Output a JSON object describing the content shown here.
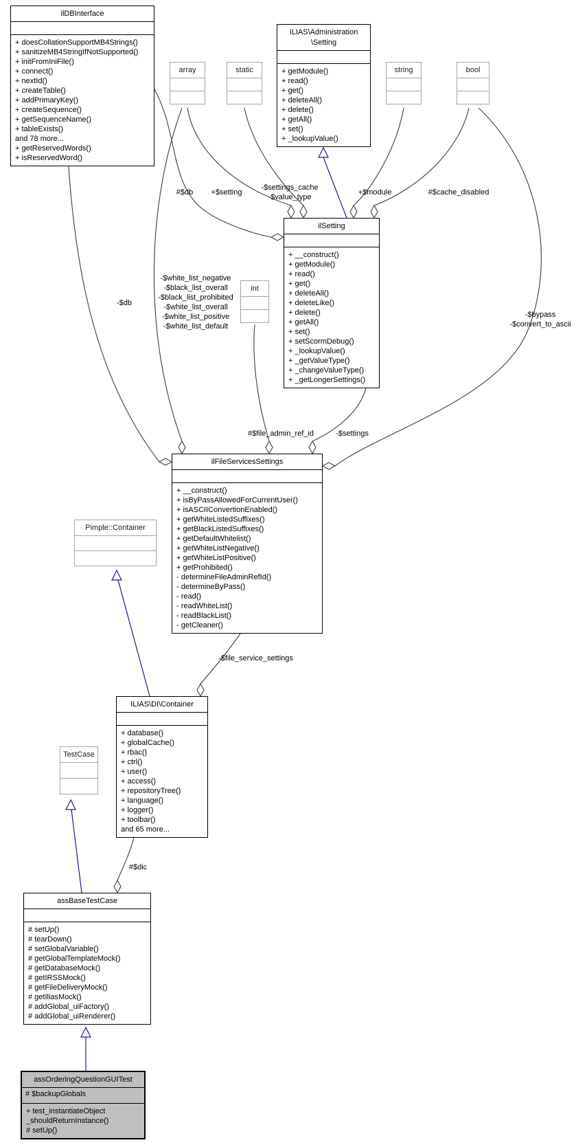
{
  "colors": {
    "background": "#ffffff",
    "box_border": "#000000",
    "external_box_border": "#a6a6a6",
    "current_class_bg": "#bfbfbf",
    "member_edge": "#3c3c3c",
    "inheritance_edge": "#1a1a8c"
  },
  "classes": {
    "ildbinterface": {
      "title": "ilDBInterface",
      "methods": [
        "+ doesCollationSupportMB4Strings()",
        "+ sanitizeMB4StringIfNotSupported()",
        "+ initFromIniFile()",
        "+ connect()",
        "+ nextId()",
        "+ createTable()",
        "+ addPrimaryKey()",
        "+ createSequence()",
        "+ getSequenceName()",
        "+ tableExists()",
        "and 78 more...",
        "+ getReservedWords()",
        "+ isReservedWord()"
      ]
    },
    "admin_setting": {
      "title_line1": "ILIAS\\Administration",
      "title_line2": "\\Setting",
      "methods": [
        "+ getModule()",
        "+ read()",
        "+ get()",
        "+ deleteAll()",
        "+ delete()",
        "+ getAll()",
        "+ set()",
        "+ _lookupValue()"
      ]
    },
    "array_type": {
      "title": "array"
    },
    "static_type": {
      "title": "static"
    },
    "string_type": {
      "title": "string"
    },
    "bool_type": {
      "title": "bool"
    },
    "int_type": {
      "title": "int"
    },
    "ilsetting": {
      "title": "ilSetting",
      "methods": [
        "+ __construct()",
        "+ getModule()",
        "+ read()",
        "+ get()",
        "+ deleteAll()",
        "+ deleteLike()",
        "+ delete()",
        "+ getAll()",
        "+ set()",
        "+ setScormDebug()",
        "+ _lookupValue()",
        "+ _getValueType()",
        "+ _changeValueType()",
        "+ _getLongerSettings()"
      ]
    },
    "filesettings": {
      "title": "ilFileServicesSettings",
      "methods": [
        "+ __construct()",
        "+ isByPassAllowedForCurrentUser()",
        "+ isASCIIConvertionEnabled()",
        "+ getWhiteListedSuffixes()",
        "+ getBlackListedSuffixes()",
        "+ getDefaultWhitelist()",
        "+ getWhiteListNegative()",
        "+ getWhiteListPositive()",
        "+ getProhibited()",
        "- determineFileAdminRefId()",
        "- determineByPass()",
        "- read()",
        "- readWhiteList()",
        "- readBlackList()",
        "- getCleaner()"
      ]
    },
    "pimple": {
      "title": "Pimple::Container"
    },
    "dic": {
      "title": "ILIAS\\DI\\Container",
      "methods": [
        "+ database()",
        "+ globalCache()",
        "+ rbac()",
        "+ ctrl()",
        "+ user()",
        "+ access()",
        "+ repositoryTree()",
        "+ language()",
        "+ logger()",
        "+ toolbar()",
        "and 65 more..."
      ]
    },
    "testcase": {
      "title": "TestCase"
    },
    "assbase": {
      "title": "assBaseTestCase",
      "methods": [
        "# setUp()",
        "# tearDown()",
        "# setGlobalVariable()",
        "# getGlobalTemplateMock()",
        "# getDatabaseMock()",
        "# getIRSSMock()",
        "# getFileDeliveryMock()",
        "# getIliasMock()",
        "# addGlobal_uiFactory()",
        "# addGlobal_uiRenderer()"
      ]
    },
    "current": {
      "title": "assOrderingQuestionGUITest",
      "attributes": [
        "# $backupGlobals"
      ],
      "methods": [
        "+ test_instantiateObject",
        "_shouldReturnInstance()",
        "# setUp()"
      ]
    }
  },
  "labels": {
    "db_setting": "#$db",
    "setting": "+$setting",
    "settings_cache_lines": [
      "-$settings_cache",
      "-$value_type"
    ],
    "module": "+$module",
    "cache_disabled": "#$cache_disabled",
    "db_fss": "-$db",
    "white_list_lines": [
      "-$white_list_negative",
      "-$black_list_overall",
      "-$black_list_prohibited",
      "-$white_list_overall",
      "-$white_list_positive",
      "-$white_list_default"
    ],
    "file_admin_ref_id": "#$file_admin_ref_id",
    "settings": "-$settings",
    "bypass_lines": [
      "-$bypass",
      "-$convert_to_ascii"
    ],
    "file_service_settings": "-$file_service_settings",
    "dic": "#$dic"
  }
}
